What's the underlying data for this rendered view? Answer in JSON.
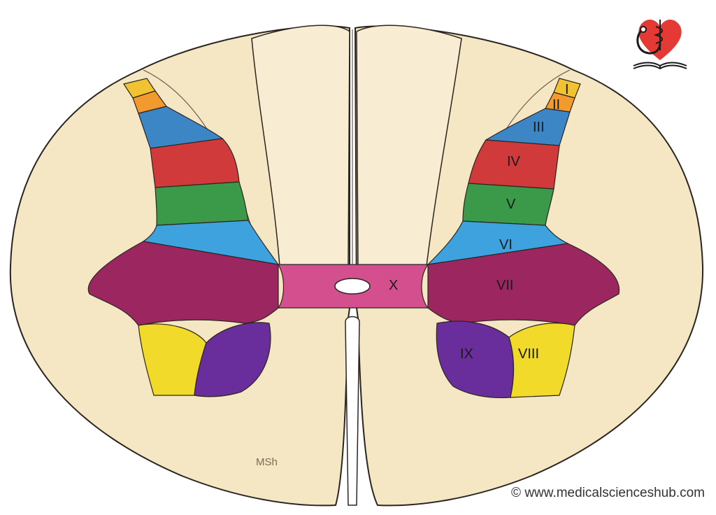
{
  "diagram": {
    "laminae": {
      "I": "I",
      "II": "II",
      "III": "III",
      "IV": "IV",
      "V": "V",
      "VI": "VI",
      "VII": "VII",
      "VIII": "VIII",
      "IX": "IX",
      "X": "X"
    },
    "signature": "MSh",
    "copyright": "© www.medicalscienceshub.com"
  },
  "colors": {
    "white_matter": "#f5e7c4",
    "outline": "#2a2520",
    "lamina_I": "#f1c232",
    "lamina_II": "#f29a2e",
    "lamina_III": "#3d86c6",
    "lamina_IV": "#d03a3a",
    "lamina_V": "#3a9a4a",
    "lamina_VI": "#3ea2de",
    "lamina_VII": "#9c2760",
    "lamina_VIII": "#f1da2a",
    "lamina_IX": "#6a2e9c",
    "lamina_X": "#d44f8e",
    "logo_heart": "#e53935"
  }
}
